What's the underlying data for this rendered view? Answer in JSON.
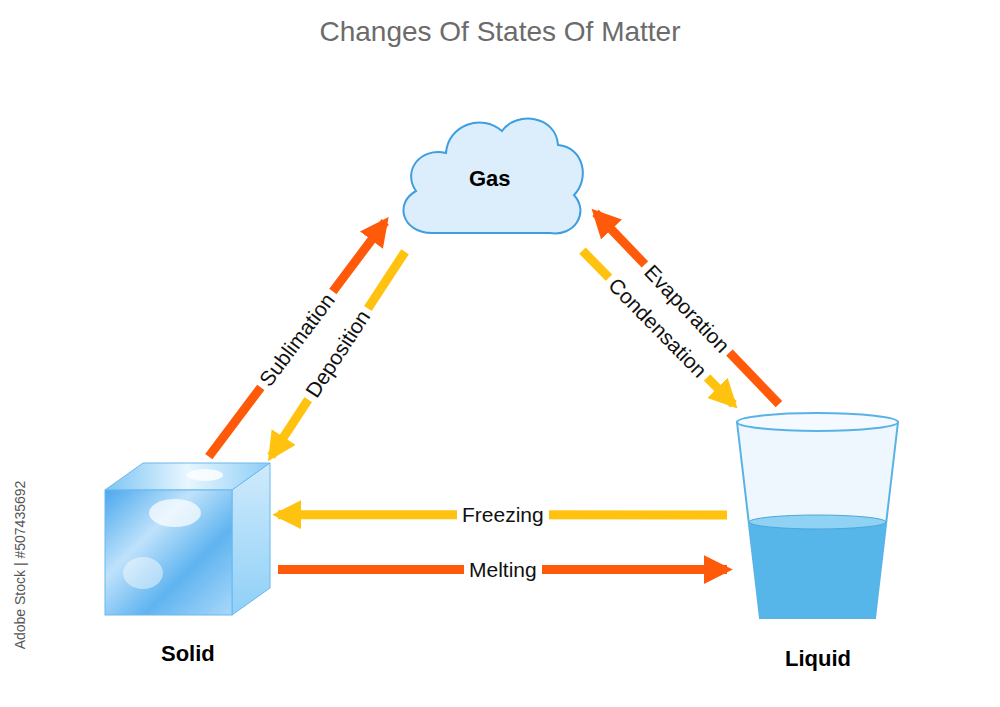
{
  "diagram": {
    "title": "Changes Of States Of Matter",
    "nodes": [
      {
        "text": [
          "Gas"
        ]
      },
      {
        "text": [
          "Solid"
        ]
      },
      {
        "text": [
          "Liquid"
        ]
      }
    ],
    "edges": [
      {
        "from": 1,
        "to": 0,
        "arrow": "to",
        "label": "Sublimation"
      },
      {
        "from": 0,
        "to": 1,
        "arrow": "to",
        "label": "Deposition"
      },
      {
        "from": 2,
        "to": 0,
        "arrow": "to",
        "label": "Evaporation"
      },
      {
        "from": 0,
        "to": 2,
        "arrow": "to",
        "label": "Condensation"
      },
      {
        "from": 2,
        "to": 1,
        "arrow": "to",
        "label": "Freezing"
      },
      {
        "from": 1,
        "to": 2,
        "arrow": "to",
        "label": "Melting"
      }
    ],
    "labels": [
      "Adobe Stock | #507435692"
    ]
  }
}
